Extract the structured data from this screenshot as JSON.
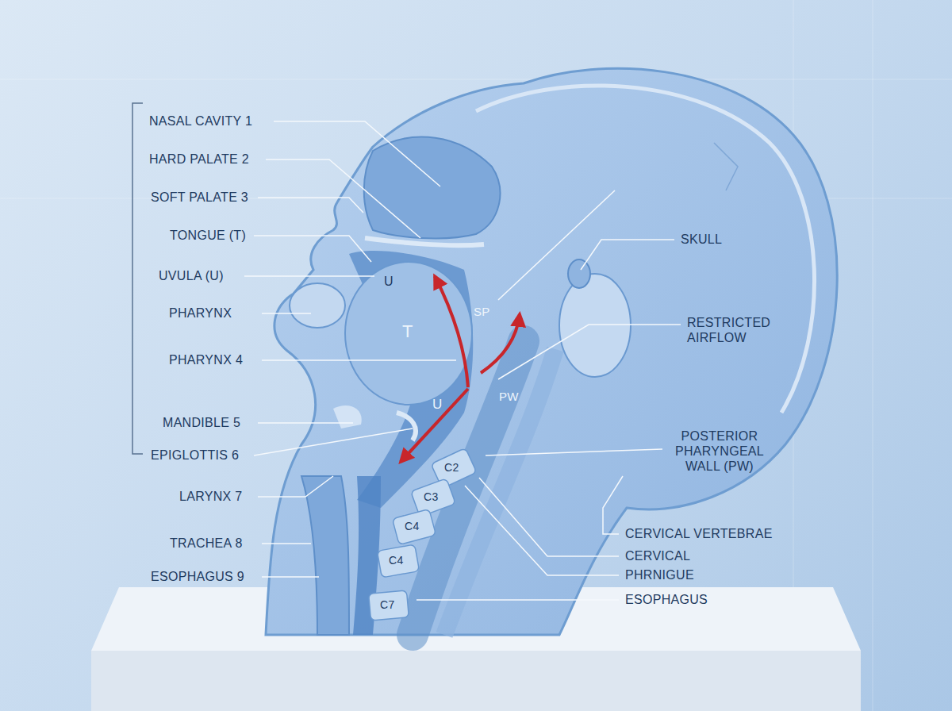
{
  "diagram": {
    "labels": [
      "NASAL CAVITY 1",
      "HARD PALATE 2",
      "SOFT PALATE 3",
      "TONGUE (T)",
      "UVULA (U)",
      "PHARYNX",
      "PHARYNX 4",
      "MANDIBLE 5",
      "EPIGLOTTIS 6",
      "LARYNX 7",
      "TRACHEA 8",
      "ESOPHAGUS 9",
      "SKULL",
      "RESTRICTED AIRFLOW",
      "POSTERIOR PHARYNGEAL WALL (PW)",
      "CERVICAL VERTEBRAE",
      "CERVICAL",
      "PHRNIGUE",
      "ESOPHAGUS",
      "U",
      "T",
      "SP",
      "U",
      "PW",
      "C2",
      "C3",
      "C4",
      "C4",
      "C7"
    ]
  }
}
